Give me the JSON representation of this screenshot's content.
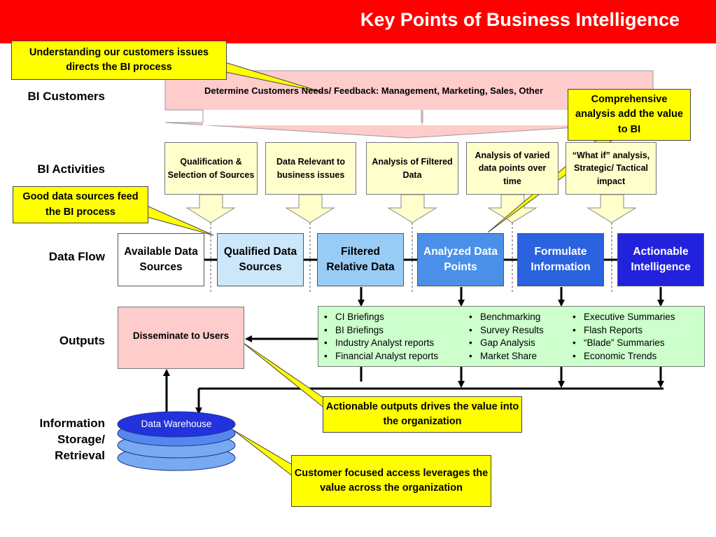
{
  "header": {
    "title": "Key Points of Business Intelligence"
  },
  "row_labels": {
    "customers": "BI Customers",
    "activities": "BI Activities",
    "data_flow": "Data Flow",
    "outputs": "Outputs",
    "storage_line1": "Information",
    "storage_line2": "Storage/",
    "storage_line3": "Retrieval"
  },
  "customers_box": {
    "label": "Determine Customers Needs/ Feedback:  Management, Marketing, Sales, Other"
  },
  "activities": [
    {
      "label": "Qualification & Selection of Sources"
    },
    {
      "label": "Data Relevant to business issues"
    },
    {
      "label": "Analysis of Filtered Data"
    },
    {
      "label": "Analysis of varied data points over time"
    },
    {
      "label": "“What if” analysis, Strategic/ Tactical impact"
    }
  ],
  "flow": [
    {
      "label": "Available Data Sources",
      "color": "#ffffff",
      "text_color": "#000000"
    },
    {
      "label": "Qualified Data Sources",
      "color": "#cce6fa",
      "text_color": "#000000"
    },
    {
      "label": "Filtered Relative Data",
      "color": "#99ccf5",
      "text_color": "#000000"
    },
    {
      "label": "Analyzed Data Points",
      "color": "#4a90e8",
      "text_color": "#ffffff"
    },
    {
      "label": "Formulate Information",
      "color": "#2a62e0",
      "text_color": "#ffffff"
    },
    {
      "label": "Actionable Intelligence",
      "color": "#2222dd",
      "text_color": "#ffffff"
    }
  ],
  "disseminate": {
    "label": "Disseminate to Users"
  },
  "outputs": {
    "col1": [
      "CI Briefings",
      "BI Briefings",
      "Industry Analyst reports",
      "Financial Analyst reports"
    ],
    "col2": [
      "Benchmarking",
      "Survey Results",
      "Gap Analysis",
      "Market Share"
    ],
    "col3": [
      "Executive Summaries",
      "Flash Reports",
      "“Blade” Summaries",
      "Economic Trends"
    ]
  },
  "warehouse": {
    "label": "Data Warehouse"
  },
  "callouts": {
    "understanding": "Understanding our customers issues directs the BI process",
    "comprehensive": "Comprehensive analysis add the value to BI",
    "good_data": "Good data sources feed the BI process",
    "actionable": "Actionable outputs drives the value into the organization",
    "customer_focused": "Customer focused access leverages the value across the organization"
  },
  "colors": {
    "header": "#ff0000",
    "customers_fill": "#ffcccc",
    "activity_fill": "#ffffcc",
    "outputs_fill": "#ccffcc",
    "callout_fill": "#ffff00",
    "warehouse_top": "#2233dd",
    "warehouse_layers": "#77aaf0"
  },
  "icons": [
    "flow-arrow",
    "down-arrow",
    "cylinder-stack"
  ]
}
